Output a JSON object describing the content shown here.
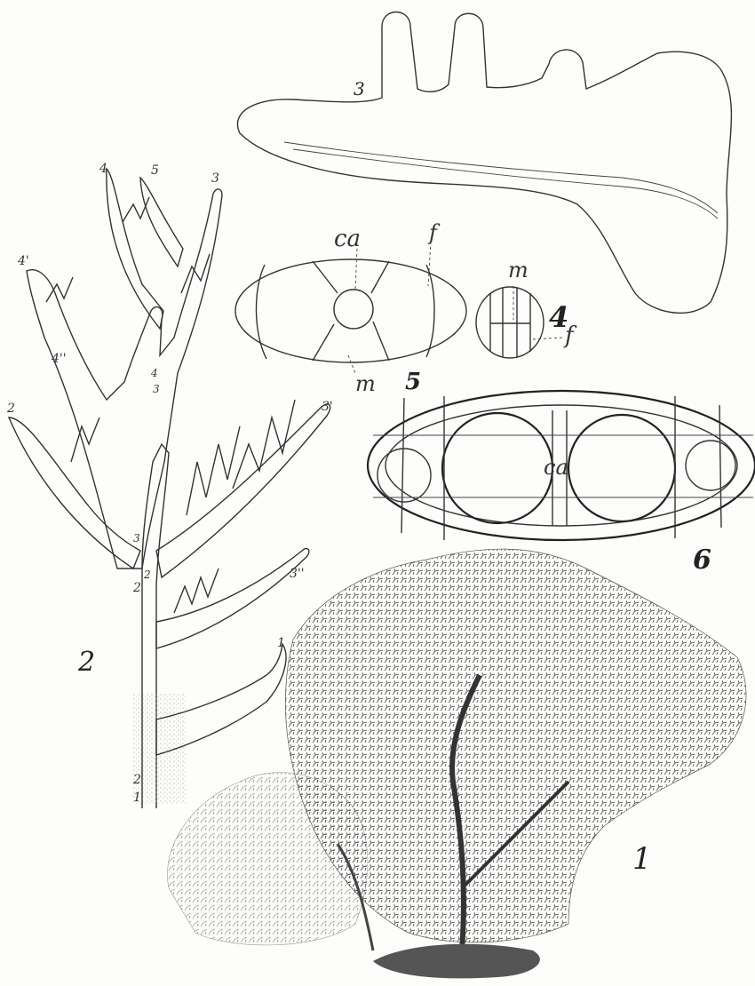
{
  "figures": {
    "fig1": {
      "number": "1"
    },
    "fig2": {
      "number": "2",
      "order_labels": {
        "a": "1",
        "b": "2",
        "c": "2",
        "d": "2",
        "e": "2",
        "f": "3",
        "g": "3",
        "h": "3",
        "i": "3'",
        "j": "3''",
        "k": "4",
        "l": "4",
        "m": "4'",
        "n": "4''",
        "o": "5",
        "p": "1"
      }
    },
    "fig3": {
      "number": "3"
    },
    "fig4": {
      "number": "4",
      "label_m": "m",
      "label_f": "f"
    },
    "fig5": {
      "number": "5",
      "label_ca": "ca",
      "label_f": "f",
      "label_m": "m"
    },
    "fig6": {
      "number": "6",
      "label_ca": "ca"
    }
  },
  "colors": {
    "ink": "#333333",
    "paper": "#fdfdfb",
    "stipple": "#8c8c8c"
  }
}
